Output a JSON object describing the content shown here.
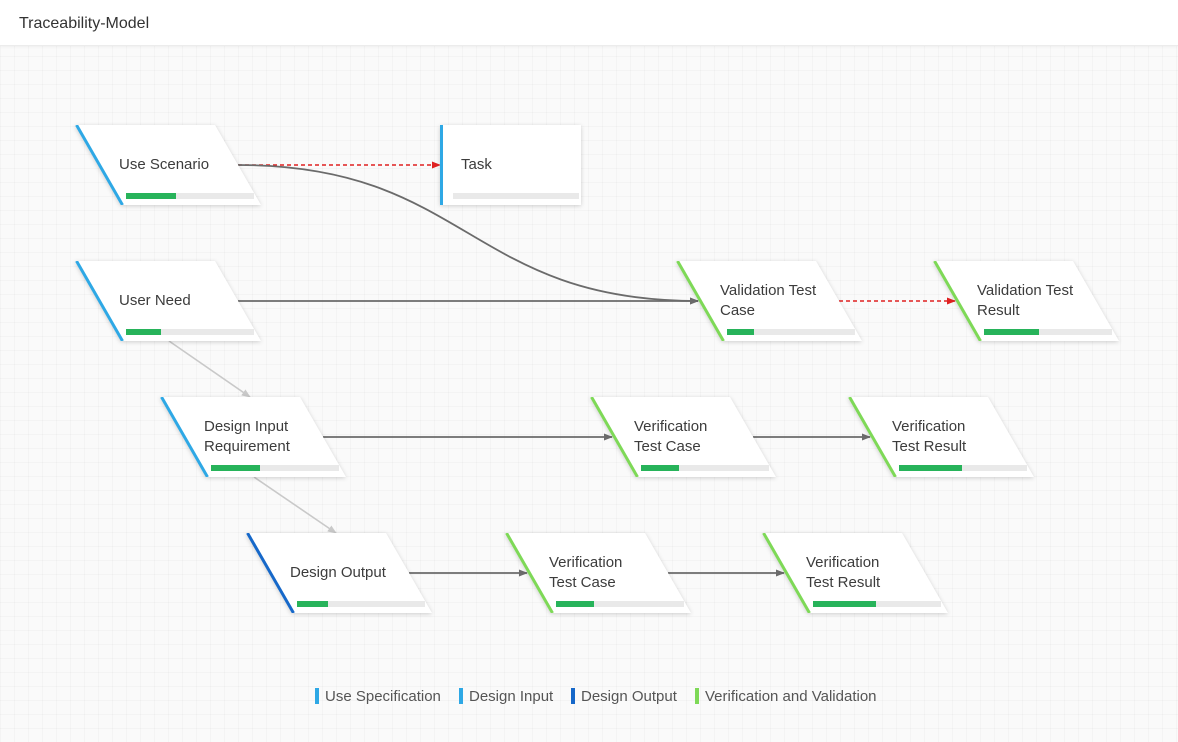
{
  "header": {
    "title": "Traceability-Model"
  },
  "colors": {
    "use_specification": "#2ea8e5",
    "design_input": "#2ea8e5",
    "design_output": "#1668c9",
    "verification_validation": "#7ed957",
    "progress": "#27b35a",
    "edge_solid": "#6b6b6b",
    "edge_light": "#c9c9c9",
    "edge_dashed": "#e02020"
  },
  "nodes": [
    {
      "id": "use-scenario",
      "lines": [
        "Use Scenario"
      ],
      "category": "use_specification",
      "progress": 0.39
    },
    {
      "id": "task",
      "lines": [
        "Task"
      ],
      "category": "use_specification",
      "progress": 0
    },
    {
      "id": "user-need",
      "lines": [
        "User Need"
      ],
      "category": "use_specification",
      "progress": 0.27
    },
    {
      "id": "validation-test-case",
      "lines": [
        "Validation Test",
        "Case"
      ],
      "category": "verification_validation",
      "progress": 0.21
    },
    {
      "id": "validation-test-result",
      "lines": [
        "Validation Test",
        "Result"
      ],
      "category": "verification_validation",
      "progress": 0.43
    },
    {
      "id": "design-input-requirement",
      "lines": [
        "Design Input",
        "Requirement"
      ],
      "category": "design_input",
      "progress": 0.38
    },
    {
      "id": "verification-test-case-1",
      "lines": [
        "Verification",
        "Test Case"
      ],
      "category": "verification_validation",
      "progress": 0.3
    },
    {
      "id": "verification-test-result-1",
      "lines": [
        "Verification",
        "Test Result"
      ],
      "category": "verification_validation",
      "progress": 0.49
    },
    {
      "id": "design-output",
      "lines": [
        "Design Output"
      ],
      "category": "design_output",
      "progress": 0.24
    },
    {
      "id": "verification-test-case-2",
      "lines": [
        "Verification",
        "Test Case"
      ],
      "category": "verification_validation",
      "progress": 0.3
    },
    {
      "id": "verification-test-result-2",
      "lines": [
        "Verification",
        "Test Result"
      ],
      "category": "verification_validation",
      "progress": 0.49
    }
  ],
  "edges": [
    {
      "from": "use-scenario",
      "to": "task",
      "style": "dashed"
    },
    {
      "from": "use-scenario",
      "to": "validation-test-case",
      "style": "solid"
    },
    {
      "from": "user-need",
      "to": "validation-test-case",
      "style": "solid"
    },
    {
      "from": "validation-test-case",
      "to": "validation-test-result",
      "style": "dashed"
    },
    {
      "from": "user-need",
      "to": "design-input-requirement",
      "style": "light"
    },
    {
      "from": "design-input-requirement",
      "to": "verification-test-case-1",
      "style": "solid"
    },
    {
      "from": "verification-test-case-1",
      "to": "verification-test-result-1",
      "style": "solid"
    },
    {
      "from": "design-input-requirement",
      "to": "design-output",
      "style": "light"
    },
    {
      "from": "design-output",
      "to": "verification-test-case-2",
      "style": "solid"
    },
    {
      "from": "verification-test-case-2",
      "to": "verification-test-result-2",
      "style": "solid"
    }
  ],
  "legend": [
    {
      "label": "Use Specification",
      "category": "use_specification"
    },
    {
      "label": "Design Input",
      "category": "design_input"
    },
    {
      "label": "Design Output",
      "category": "design_output"
    },
    {
      "label": "Verification and Validation",
      "category": "verification_validation"
    }
  ]
}
